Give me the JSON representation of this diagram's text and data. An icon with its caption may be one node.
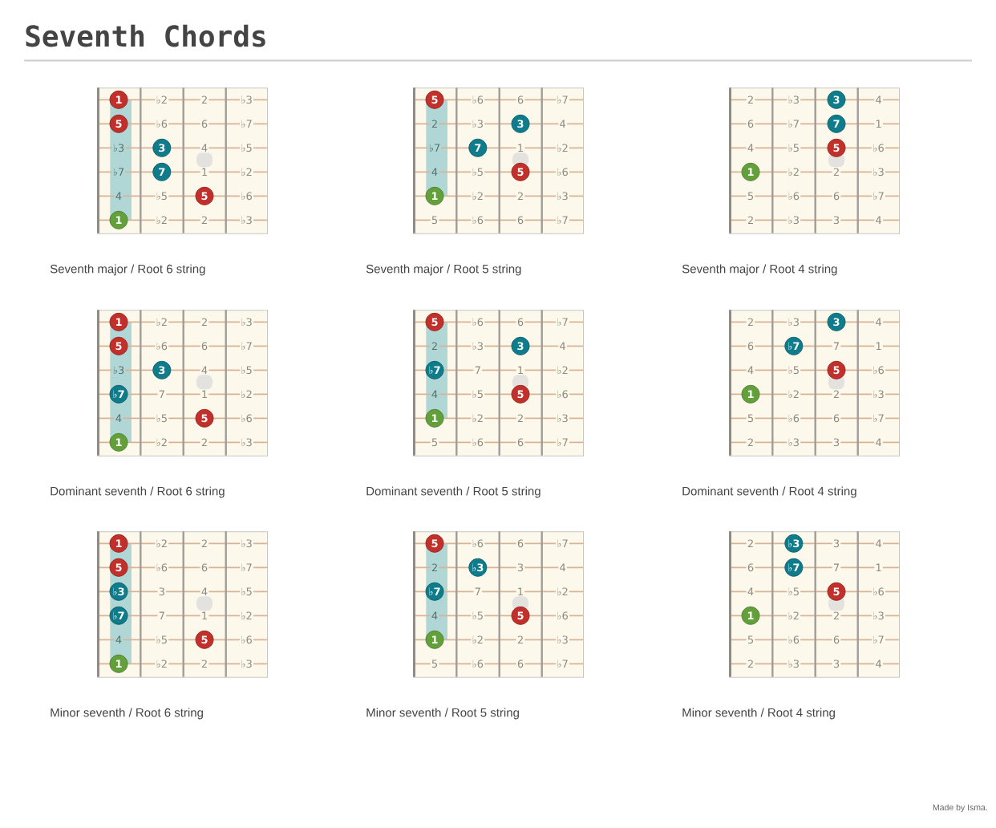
{
  "diagram": {
    "title": "Seventh Chords",
    "nodes": [
      {
        "text": [
          "♭2",
          "2",
          "♭3",
          "♭6",
          "6",
          "♭7",
          "♭3",
          "4",
          "♭5",
          "♭7",
          "1",
          "♭2",
          "4",
          "♭5",
          "♭6",
          "♭2",
          "2",
          "♭3"
        ],
        "beside": [
          "Seventh major / Root 6 string"
        ]
      },
      {
        "text": [
          "1"
        ],
        "in": 0
      },
      {
        "text": [
          "5"
        ],
        "in": 0
      },
      {
        "text": [
          "3"
        ],
        "in": 0
      },
      {
        "text": [
          "7"
        ],
        "in": 0
      },
      {
        "text": [
          "5"
        ],
        "in": 0
      },
      {
        "text": [
          "1"
        ],
        "in": 0
      },
      {
        "text": [
          "♭6",
          "6",
          "♭7",
          "2",
          "♭3",
          "4",
          "♭7",
          "1",
          "♭2",
          "4",
          "♭5",
          "♭6",
          "♭2",
          "2",
          "♭3",
          "5",
          "♭6",
          "6",
          "♭7"
        ],
        "beside": [
          "Seventh major / Root 5 string"
        ]
      },
      {
        "text": [
          "5"
        ],
        "in": 7
      },
      {
        "text": [
          "3"
        ],
        "in": 7
      },
      {
        "text": [
          "7"
        ],
        "in": 7
      },
      {
        "text": [
          "5"
        ],
        "in": 7
      },
      {
        "text": [
          "1"
        ],
        "in": 7
      },
      {
        "text": [
          "2",
          "♭3",
          "4",
          "6",
          "♭7",
          "1",
          "4",
          "♭5",
          "♭6",
          "♭2",
          "2",
          "♭3",
          "5",
          "♭6",
          "6",
          "♭7",
          "2",
          "♭3",
          "3",
          "4"
        ],
        "beside": [
          "Seventh major / Root 4 string"
        ]
      },
      {
        "text": [
          "3"
        ],
        "in": 13
      },
      {
        "text": [
          "7"
        ],
        "in": 13
      },
      {
        "text": [
          "5"
        ],
        "in": 13
      },
      {
        "text": [
          "1"
        ],
        "in": 13
      },
      {
        "text": [
          "♭2",
          "2",
          "♭3",
          "♭6",
          "6",
          "♭7",
          "♭3",
          "4",
          "♭5",
          "7",
          "1",
          "♭2",
          "4",
          "♭5",
          "♭6",
          "♭2",
          "2",
          "♭3"
        ],
        "beside": [
          "Dominant seventh / Root 6 string"
        ]
      },
      {
        "text": [
          "1"
        ],
        "in": 18
      },
      {
        "text": [
          "5"
        ],
        "in": 18
      },
      {
        "text": [
          "3"
        ],
        "in": 18
      },
      {
        "text": [
          "♭7"
        ],
        "in": 18
      },
      {
        "text": [
          "5"
        ],
        "in": 18
      },
      {
        "text": [
          "1"
        ],
        "in": 18
      },
      {
        "text": [
          "♭6",
          "6",
          "♭7",
          "2",
          "♭3",
          "4",
          "7",
          "1",
          "♭2",
          "4",
          "♭5",
          "♭6",
          "♭2",
          "2",
          "♭3",
          "5",
          "♭6",
          "6",
          "♭7"
        ],
        "beside": [
          "Dominant seventh / Root 5 string"
        ]
      },
      {
        "text": [
          "5"
        ],
        "in": 25
      },
      {
        "text": [
          "3"
        ],
        "in": 25
      },
      {
        "text": [
          "♭7"
        ],
        "in": 25
      },
      {
        "text": [
          "5"
        ],
        "in": 25
      },
      {
        "text": [
          "1"
        ],
        "in": 25
      },
      {
        "text": [
          "2",
          "♭3",
          "4",
          "6",
          "7",
          "1",
          "4",
          "♭5",
          "♭6",
          "♭2",
          "2",
          "♭3",
          "5",
          "♭6",
          "6",
          "♭7",
          "2",
          "♭3",
          "3",
          "4"
        ],
        "beside": [
          "Dominant seventh / Root 4 string"
        ]
      },
      {
        "text": [
          "3"
        ],
        "in": 31
      },
      {
        "text": [
          "♭7"
        ],
        "in": 31
      },
      {
        "text": [
          "5"
        ],
        "in": 31
      },
      {
        "text": [
          "1"
        ],
        "in": 31
      },
      {
        "text": [
          "♭2",
          "2",
          "♭3",
          "♭6",
          "6",
          "♭7",
          "3",
          "4",
          "♭5",
          "7",
          "1",
          "♭2",
          "4",
          "♭5",
          "♭6",
          "♭2",
          "2",
          "♭3"
        ],
        "beside": [
          "Minor seventh / Root 6 string"
        ]
      },
      {
        "text": [
          "1"
        ],
        "in": 36
      },
      {
        "text": [
          "5"
        ],
        "in": 36
      },
      {
        "text": [
          "♭3"
        ],
        "in": 36
      },
      {
        "text": [
          "♭7"
        ],
        "in": 36
      },
      {
        "text": [
          "5"
        ],
        "in": 36
      },
      {
        "text": [
          "1"
        ],
        "in": 36
      },
      {
        "text": [
          "♭6",
          "6",
          "♭7",
          "2",
          "3",
          "4",
          "7",
          "1",
          "♭2",
          "4",
          "♭5",
          "♭6",
          "♭2",
          "2",
          "♭3",
          "5",
          "♭6",
          "6",
          "♭7"
        ],
        "beside": [
          "Minor seventh / Root 5 string"
        ]
      },
      {
        "text": [
          "5"
        ],
        "in": 43
      },
      {
        "text": [
          "♭3"
        ],
        "in": 43
      },
      {
        "text": [
          "♭7"
        ],
        "in": 43
      },
      {
        "text": [
          "5"
        ],
        "in": 43
      },
      {
        "text": [
          "1"
        ],
        "in": 43
      },
      {
        "text": [
          "2",
          "3",
          "4",
          "6",
          "7",
          "1",
          "4",
          "♭5",
          "♭6",
          "♭2",
          "2",
          "♭3",
          "5",
          "♭6",
          "6",
          "♭7",
          "2",
          "♭3",
          "3",
          "4"
        ],
        "beside": [
          "Minor seventh / Root 4 string"
        ]
      },
      {
        "text": [
          "♭3"
        ],
        "in": 49
      },
      {
        "text": [
          "♭7"
        ],
        "in": 49
      },
      {
        "text": [
          "5"
        ],
        "in": 49
      },
      {
        "text": [
          "1"
        ],
        "in": 49
      }
    ],
    "labels": [
      "Made by Isma."
    ]
  }
}
